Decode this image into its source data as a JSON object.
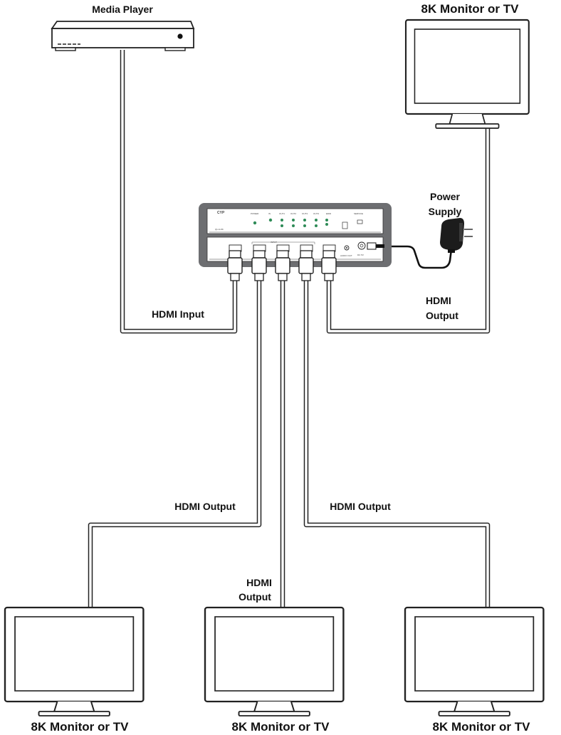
{
  "labels": {
    "media_player": "Media Player",
    "monitor_top_right": "8K Monitor or TV",
    "power_supply_line1": "Power",
    "power_supply_line2": "Supply",
    "hdmi_input": "HDMI Input",
    "hdmi_output_right_line1": "HDMI",
    "hdmi_output_right_line2": "Output",
    "hdmi_output_left": "HDMI Output",
    "hdmi_output_right_mid": "HDMI Output",
    "hdmi_output_center_line1": "HDMI",
    "hdmi_output_center_line2": "Output",
    "monitor_bottom_left": "8K Monitor or TV",
    "monitor_bottom_center": "8K Monitor or TV",
    "monitor_bottom_right": "8K Monitor or TV"
  },
  "device": {
    "brand": "CYP",
    "model": "QU-4-8K",
    "front_labels": [
      "POWER",
      "IN",
      "OUT1",
      "OUT2",
      "OUT3",
      "OUT4",
      "EDID",
      "SERVICE"
    ],
    "rear_labels": [
      "INPUT",
      "DC 5V",
      "AUDIO OUT"
    ]
  }
}
